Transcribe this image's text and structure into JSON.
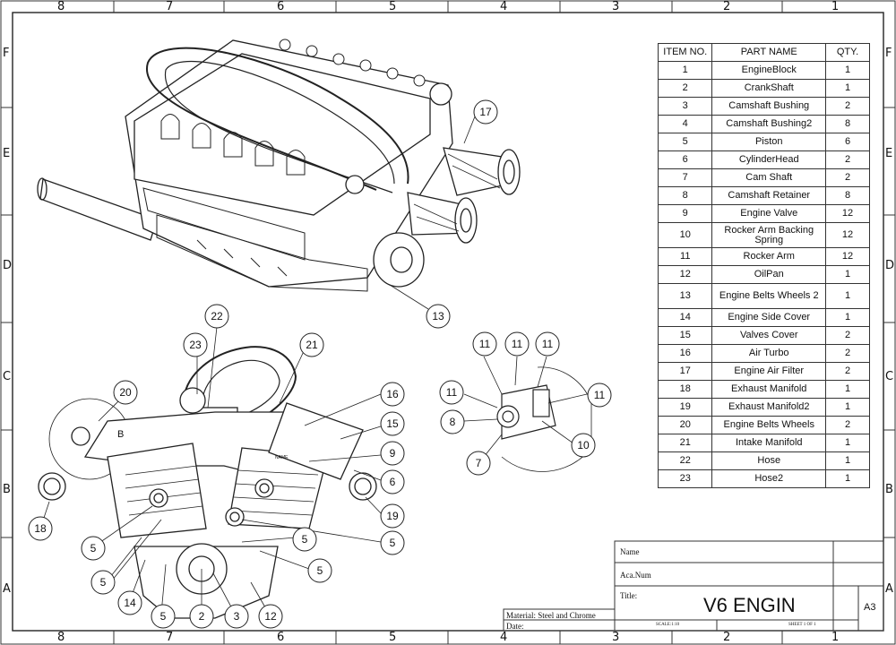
{
  "zones": {
    "columns": [
      "8",
      "7",
      "6",
      "5",
      "4",
      "3",
      "2",
      "1"
    ],
    "rows": [
      "F",
      "E",
      "D",
      "C",
      "B",
      "A"
    ]
  },
  "bom": {
    "headers": {
      "item": "ITEM NO.",
      "name": "PART NAME",
      "qty": "QTY."
    },
    "rows": [
      {
        "item": "1",
        "name": "EngineBlock",
        "qty": "1"
      },
      {
        "item": "2",
        "name": "CrankShaft",
        "qty": "1"
      },
      {
        "item": "3",
        "name": "Camshaft Bushing",
        "qty": "2"
      },
      {
        "item": "4",
        "name": "Camshaft Bushing2",
        "qty": "8"
      },
      {
        "item": "5",
        "name": "Piston",
        "qty": "6"
      },
      {
        "item": "6",
        "name": "CylinderHead",
        "qty": "2"
      },
      {
        "item": "7",
        "name": "Cam Shaft",
        "qty": "2"
      },
      {
        "item": "8",
        "name": "Camshaft Retainer",
        "qty": "8"
      },
      {
        "item": "9",
        "name": "Engine Valve",
        "qty": "12"
      },
      {
        "item": "10",
        "name": "Rocker Arm Backing Spring",
        "qty": "12"
      },
      {
        "item": "11",
        "name": "Rocker Arm",
        "qty": "12"
      },
      {
        "item": "12",
        "name": "OilPan",
        "qty": "1"
      },
      {
        "item": "13",
        "name": "Engine Belts Wheels 2",
        "qty": "1"
      },
      {
        "item": "14",
        "name": "Engine Side Cover",
        "qty": "1"
      },
      {
        "item": "15",
        "name": "Valves Cover",
        "qty": "2"
      },
      {
        "item": "16",
        "name": "Air Turbo",
        "qty": "2"
      },
      {
        "item": "17",
        "name": "Engine Air Filter",
        "qty": "2"
      },
      {
        "item": "18",
        "name": "Exhaust Manifold",
        "qty": "1"
      },
      {
        "item": "19",
        "name": "Exhaust Manifold2",
        "qty": "1"
      },
      {
        "item": "20",
        "name": "Engine Belts Wheels",
        "qty": "2"
      },
      {
        "item": "21",
        "name": "Intake Manifold",
        "qty": "1"
      },
      {
        "item": "22",
        "name": "Hose",
        "qty": "1"
      },
      {
        "item": "23",
        "name": "Hose2",
        "qty": "1"
      }
    ]
  },
  "title_block": {
    "name_label": "Name",
    "aca_label": "Aca.Num",
    "title_label": "Title:",
    "title": "V6 ENGIN",
    "size": "A3",
    "material": "Material: Steel and Chrome",
    "date_label": "Date:",
    "scale": "SCALE:1:10",
    "sheet": "SHEET 1 OF 1"
  },
  "views": {
    "detail_letter": "B",
    "part_label": "NAME"
  },
  "balloons": {
    "b17": "17",
    "b13": "13",
    "b22": "22",
    "b23": "23",
    "b21": "21",
    "b20": "20",
    "b16": "16",
    "b15": "15",
    "b9": "9",
    "b6": "6",
    "b19": "19",
    "b18": "18",
    "b5a": "5",
    "b5b": "5",
    "b5c": "5",
    "b5d": "5",
    "b5e": "5",
    "b5f": "5",
    "b14": "14",
    "b2": "2",
    "b3": "3",
    "b12": "12",
    "d11a": "11",
    "d11b": "11",
    "d11c": "11",
    "d11d": "11",
    "d11e": "11",
    "d8": "8",
    "d7": "7",
    "d10": "10"
  }
}
